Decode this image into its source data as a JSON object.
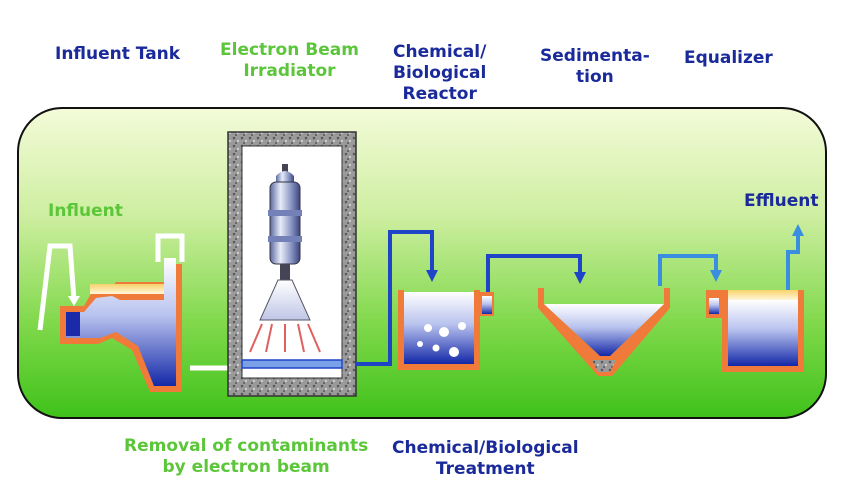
{
  "labels": {
    "influent_tank": "Influent Tank",
    "electron_beam_irradiator_1": "Electron Beam",
    "electron_beam_irradiator_2": "Irradiator",
    "chem_bio_reactor_1": "Chemical/",
    "chem_bio_reactor_2": "Biological",
    "chem_bio_reactor_3": "Reactor",
    "sedimentation_1": "Sedimenta-",
    "sedimentation_2": "tion",
    "equalizer": "Equalizer",
    "influent": "Influent",
    "effluent": "Effluent",
    "removal_1": "Removal of contaminants",
    "removal_2": "by electron beam",
    "treatment_1": "Chemical/Biological",
    "treatment_2": "Treatment"
  },
  "colors": {
    "label_blue": "#1a2a9a",
    "label_green": "#5cc63a",
    "panel_green_top": "#e9f7b8",
    "panel_green_bottom": "#46c81f",
    "tank_wall": "#f07a3a",
    "water_blue": "#1d2fb0",
    "pipe_blue": "#1e44c8"
  }
}
